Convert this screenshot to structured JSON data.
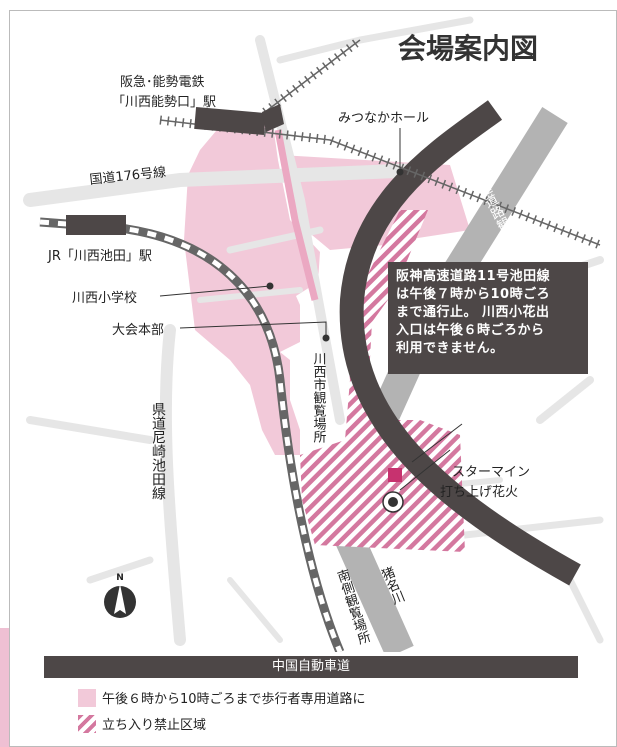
{
  "title": "会場案内図",
  "labels": {
    "hankyu_line1": "阪急･能勢電鉄",
    "hankyu_line2": "「川西能勢口」駅",
    "mitsunaka_hall": "みつなかホール",
    "route176": "国道176号線",
    "hanshin_viewing": "阪神高速道路観覧場所",
    "jr_station": "JR「川西池田」駅",
    "school": "川西小学校",
    "headquarters": "大会本部",
    "kawanishi_viewing": "川西市観覧場所",
    "prefectural_road": "県道尼崎池田線",
    "star_mine": "スターマイン",
    "fireworks": "打ち上げ花火",
    "ina_river": "猪名川",
    "south_viewing": "南側観覧場所",
    "north": "N"
  },
  "callout": "阪神高速道路11号池田線\nは午後７時から10時ごろ\nまで通行止。 川西小花出\n入口は午後６時ごろから\n利用できません。",
  "expressway_bar": "中国自動車道",
  "legend": {
    "pedestrian": "午後６時から10時ごろまで歩行者専用道路に",
    "restricted": "立ち入り禁止区域"
  },
  "colors": {
    "pink_zone": "#f2c9d9",
    "hatch": "#d4789f",
    "highway": "#4d4747",
    "river": "#b3b3b3",
    "road": "#e6e6e6",
    "marker": "#c7326f"
  },
  "icons": [
    "compass-icon",
    "starmine-marker-icon",
    "fireworks-marker-icon"
  ]
}
